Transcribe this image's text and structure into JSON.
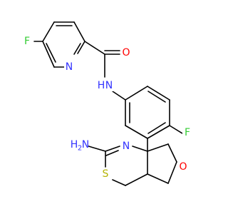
{
  "molecule": {
    "atoms": {
      "fluorine_pyridine": "F",
      "nitrogen_pyridine": "N",
      "oxygen_carbonyl": "O",
      "nitrogen_amide": "N",
      "hydrogen_amide": "H",
      "fluorine_phenyl": "F",
      "amine_prefix": "H",
      "amine_subscript": "2",
      "amine_suffix": "N",
      "nitrogen_ring": "N",
      "oxygen_ether": "O",
      "sulfur_ring": "S"
    },
    "colors": {
      "bond": "#000000",
      "fluorine": "#33cc33",
      "nitrogen": "#3333ff",
      "oxygen": "#ff0000",
      "sulfur": "#b3b300"
    }
  }
}
